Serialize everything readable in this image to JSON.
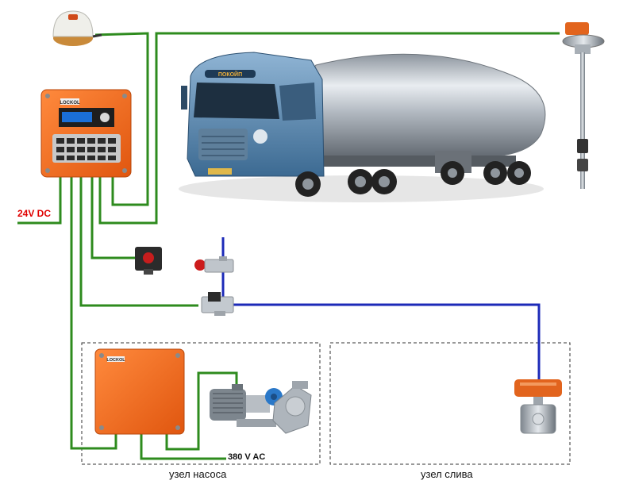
{
  "labels": {
    "power_supply": "24V DC",
    "ac_supply": "380 V AC",
    "pump_unit": "узел насоса",
    "drain_unit": "узел слива",
    "truck_sign": "ПОКОЙП",
    "controller_brand": "LOCKOL",
    "box_brand": "LOCKOL"
  },
  "colors": {
    "signal_wire": "#2e8b1e",
    "air_line": "#1c2ab8",
    "power_label": "#e00000",
    "enclosure": "#f26b1d",
    "truck_cab": "#4f7fa6",
    "tank": "#c9ced4"
  },
  "icons": {
    "grounding_sensor": "dome-sensor-icon",
    "level_gauge": "level-probe-icon",
    "controller": "control-panel-icon",
    "stop_button": "emergency-stop-icon",
    "solenoid": "solenoid-valve-icon",
    "pump": "motor-pump-icon",
    "valve": "pneumatic-ball-valve-icon"
  }
}
